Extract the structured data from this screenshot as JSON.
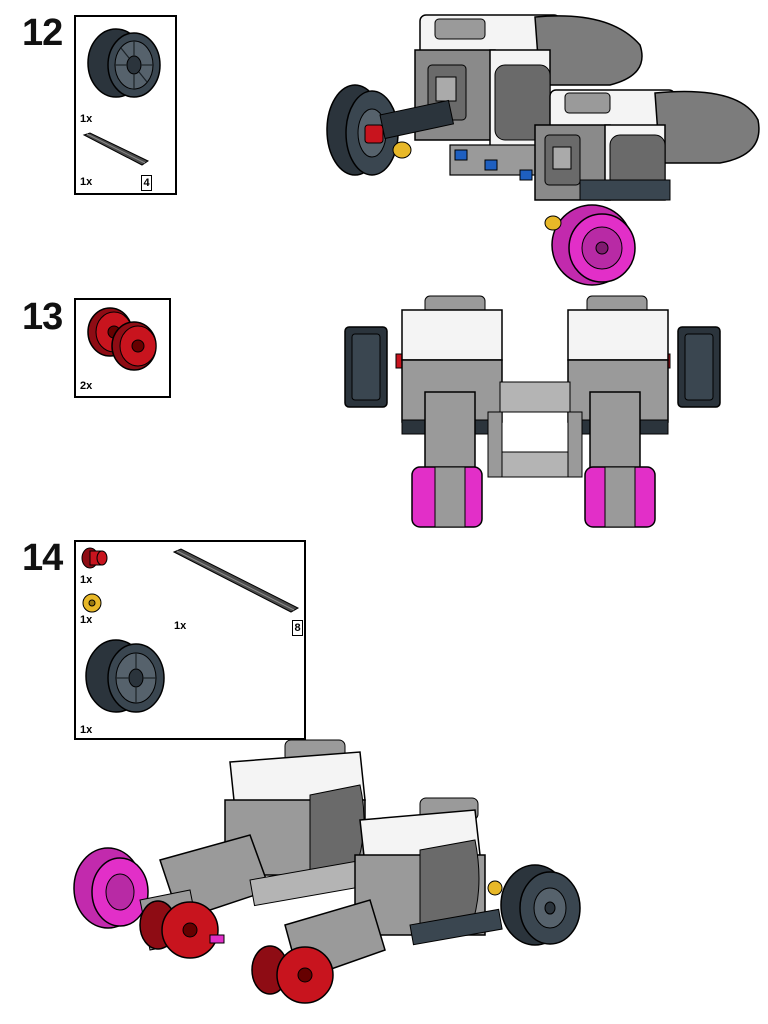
{
  "steps": [
    {
      "number": "12",
      "parts": [
        {
          "part": "wheel-rim-dark",
          "qty": "1x"
        },
        {
          "part": "axle",
          "qty": "1x",
          "length": "4"
        }
      ]
    },
    {
      "number": "13",
      "parts": [
        {
          "part": "wheel-hub-red",
          "qty": "2x"
        }
      ]
    },
    {
      "number": "14",
      "parts": [
        {
          "part": "bush-red",
          "qty": "1x"
        },
        {
          "part": "half-bush-yellow",
          "qty": "1x"
        },
        {
          "part": "axle",
          "qty": "1x",
          "length": "8"
        },
        {
          "part": "wheel-rim-dark",
          "qty": "1x"
        }
      ]
    }
  ],
  "colors": {
    "rim_dark": "#3a4650",
    "magenta": "#e22fc8",
    "red": "#c8141e",
    "white": "#f4f4f4",
    "light_gray": "#9a9a9a",
    "dark_gray": "#6a6a6a",
    "blue": "#1e5fc0",
    "yellow": "#e8b828"
  }
}
